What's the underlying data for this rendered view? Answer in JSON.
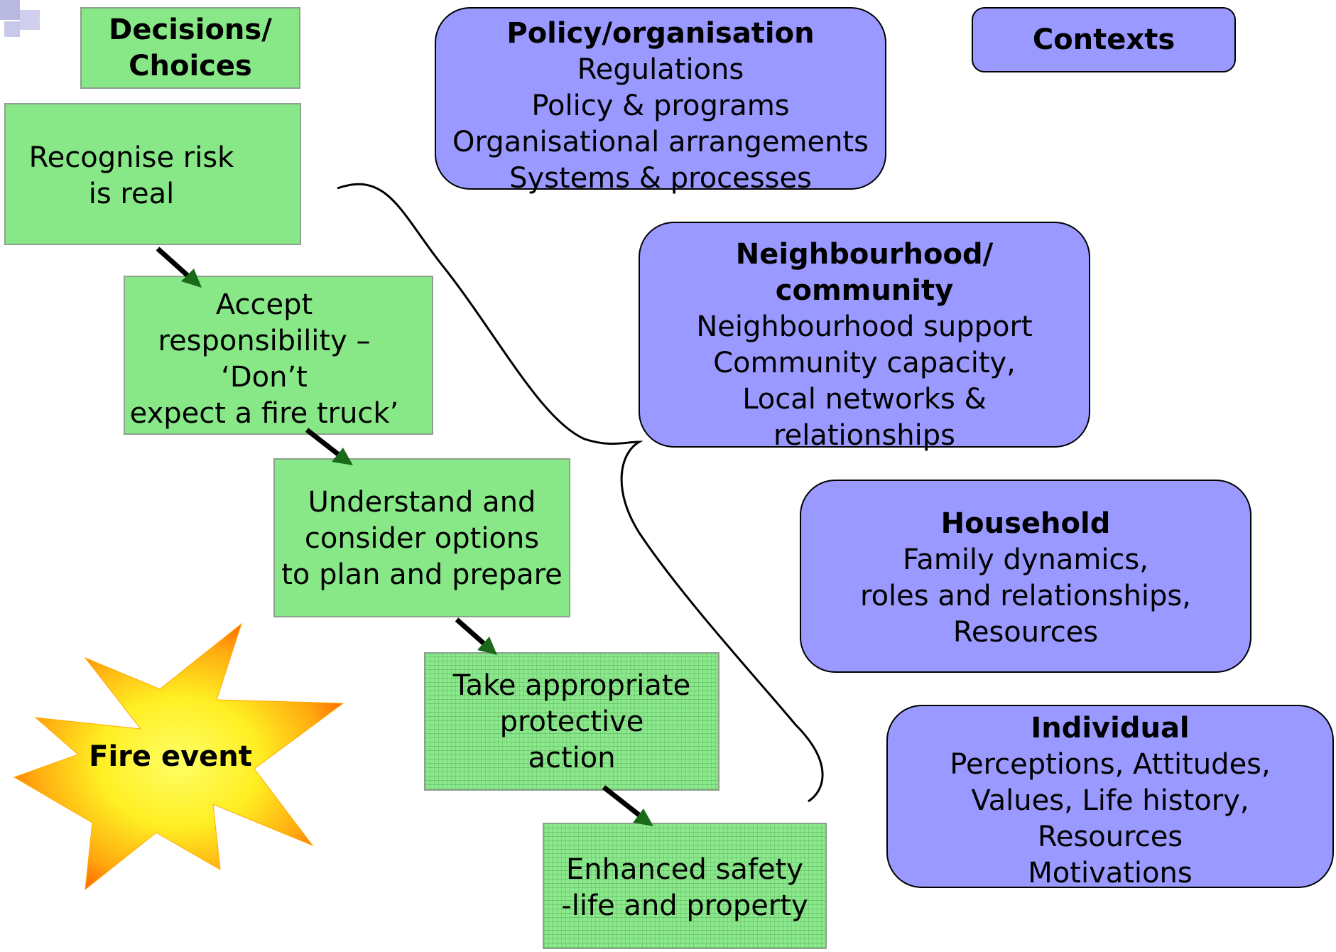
{
  "decisions": {
    "header_line1": "Decisions/",
    "header_line2": "Choices",
    "steps": [
      {
        "lines": [
          "Recognise risk",
          "is real"
        ]
      },
      {
        "lines": [
          "Accept",
          "responsibility –",
          "‘Don’t",
          "expect a fire truck’"
        ]
      },
      {
        "lines": [
          "Understand and",
          "consider options",
          "to plan and prepare"
        ]
      },
      {
        "lines": [
          "Take appropriate",
          "protective",
          "action"
        ]
      },
      {
        "lines": [
          "Enhanced safety",
          "-life and property"
        ]
      }
    ]
  },
  "fire_event": {
    "label": "Fire event"
  },
  "contexts": {
    "header": "Contexts",
    "policy": {
      "title": "Policy/organisation",
      "items": [
        "Regulations",
        "Policy & programs",
        "Organisational arrangements",
        "Systems & processes"
      ]
    },
    "neighbourhood": {
      "title_line1": "Neighbourhood/",
      "title_line2": "community",
      "items": [
        "Neighbourhood support",
        "Community capacity,",
        "Local networks &",
        "relationships"
      ]
    },
    "household": {
      "title": "Household",
      "items": [
        "Family dynamics,",
        "roles and relationships,",
        "Resources"
      ]
    },
    "individual": {
      "title": "Individual",
      "items": [
        "Perceptions, Attitudes,",
        "Values, Life history,",
        "Resources",
        "Motivations"
      ]
    }
  },
  "colors": {
    "green": "#88e888",
    "purple": "#9999ff",
    "arrow_head": "#1a6a1a",
    "burst_outer": "#ff7a00",
    "burst_inner": "#ffff33"
  }
}
